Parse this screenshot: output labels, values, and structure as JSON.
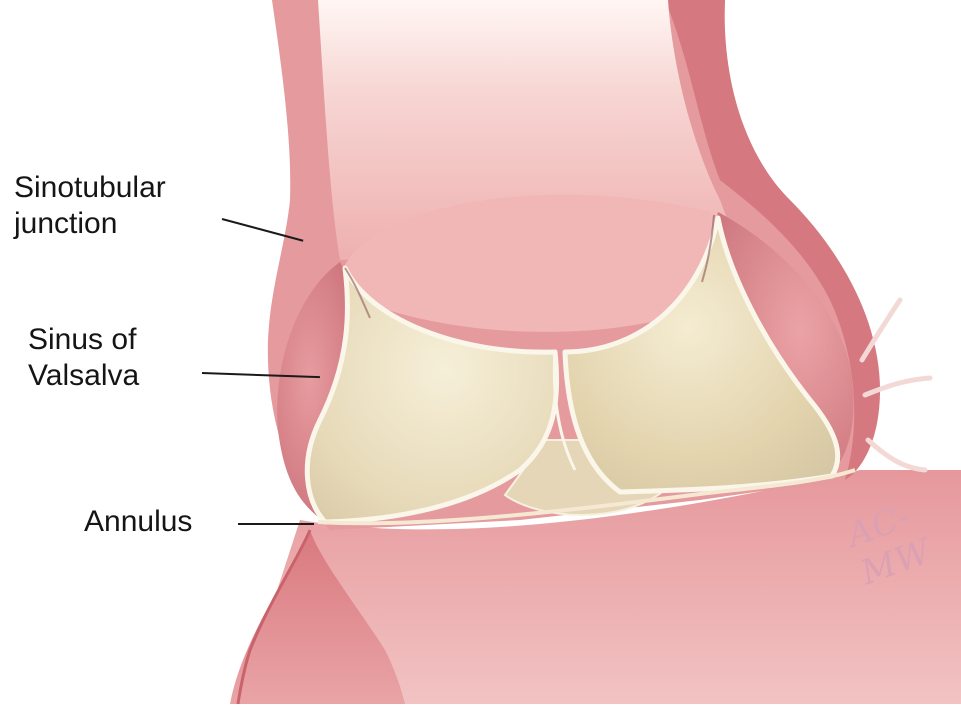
{
  "labels": {
    "sinotubular_line1": "Sinotubular",
    "sinotubular_line2": "junction",
    "sinus_line1": "Sinus of",
    "sinus_line2": "Valsalva",
    "annulus": "Annulus"
  },
  "signature": "AC-MW",
  "colors": {
    "background": "#ffffff",
    "aortic_wall": "#e59a9e",
    "lumen": "#f4c6c6",
    "sinus": "#dd8f93",
    "leaflet": "#ede2c4",
    "leaflet_edge": "#fbf6ea",
    "label_text": "#151515",
    "signature": "#dba0b3"
  }
}
